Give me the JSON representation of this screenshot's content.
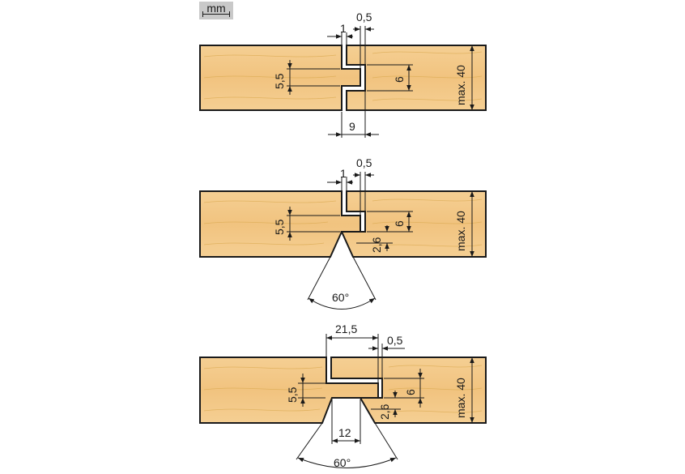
{
  "unit": "mm",
  "profiles": [
    {
      "id": "profile-1",
      "dims": {
        "d1": "1",
        "d05": "0,5",
        "d55": "5,5",
        "d6": "6",
        "dmax": "max. 40",
        "d9": "9"
      }
    },
    {
      "id": "profile-2",
      "dims": {
        "d1": "1",
        "d05": "0,5",
        "d55": "5,5",
        "d6": "6",
        "d26": "2,6",
        "dmax": "max. 40",
        "angle": "60°"
      }
    },
    {
      "id": "profile-3",
      "dims": {
        "d215": "21,5",
        "d05": "0,5",
        "d55": "5,5",
        "d6": "6",
        "d26": "2,6",
        "dmax": "max. 40",
        "d12": "12",
        "angle": "60°"
      }
    }
  ],
  "colors": {
    "wood": "#f3c98a",
    "wood_dark": "#e8b467",
    "line": "#1a1a1a",
    "badge": "#c9c9c9"
  }
}
